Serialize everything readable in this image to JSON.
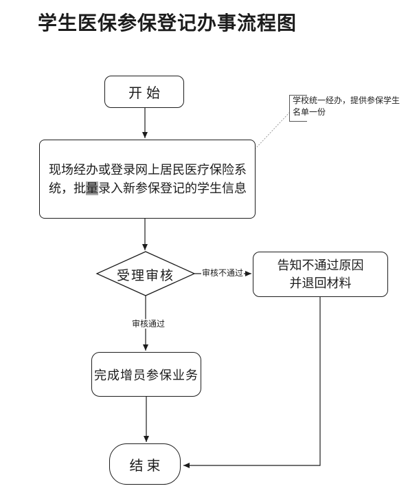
{
  "page": {
    "title": "学生医保参保登记办事流程图"
  },
  "colors": {
    "stroke": "#1c1c1c",
    "annotation_stroke": "#555555",
    "dotted_connector": "#999999",
    "highlight_bg": "#a9a9a9",
    "background": "#ffffff"
  },
  "flowchart": {
    "nodes": {
      "start": {
        "type": "terminator",
        "label": "开始"
      },
      "process": {
        "type": "process",
        "line1": "现场经办或登录网上居民医疗保险系",
        "line2_before": "统，批",
        "line2_highlight": "量",
        "line2_after": "录入新参保登记的学生信息",
        "full_text": "现场经办或登录网上居民医疗保险系统，批量录入新参保登记的学生信息"
      },
      "review": {
        "type": "decision",
        "label": "受理审核"
      },
      "reject": {
        "type": "process",
        "line1": "告知不通过原因",
        "line2": "并退回材料",
        "full_text": "告知不通过原因并退回材料"
      },
      "complete": {
        "type": "process",
        "label": "完成增员参保业务"
      },
      "end": {
        "type": "terminator",
        "label": "结束"
      }
    },
    "edges": [
      {
        "from": "start",
        "to": "process",
        "label": ""
      },
      {
        "from": "process",
        "to": "review",
        "label": ""
      },
      {
        "from": "review",
        "to": "reject",
        "label": "审核不通过"
      },
      {
        "from": "review",
        "to": "complete",
        "label": "审核通过"
      },
      {
        "from": "complete",
        "to": "end",
        "label": ""
      },
      {
        "from": "reject",
        "to": "end",
        "label": ""
      }
    ],
    "edge_labels": {
      "review_fail": "审核不通过",
      "review_pass": "审核通过"
    },
    "annotation": {
      "line1": "学校统一经办，提供参保学生",
      "line2": "名单一份",
      "full_text": "学校统一经办，提供参保学生名单一份",
      "attached_to": "process"
    }
  }
}
